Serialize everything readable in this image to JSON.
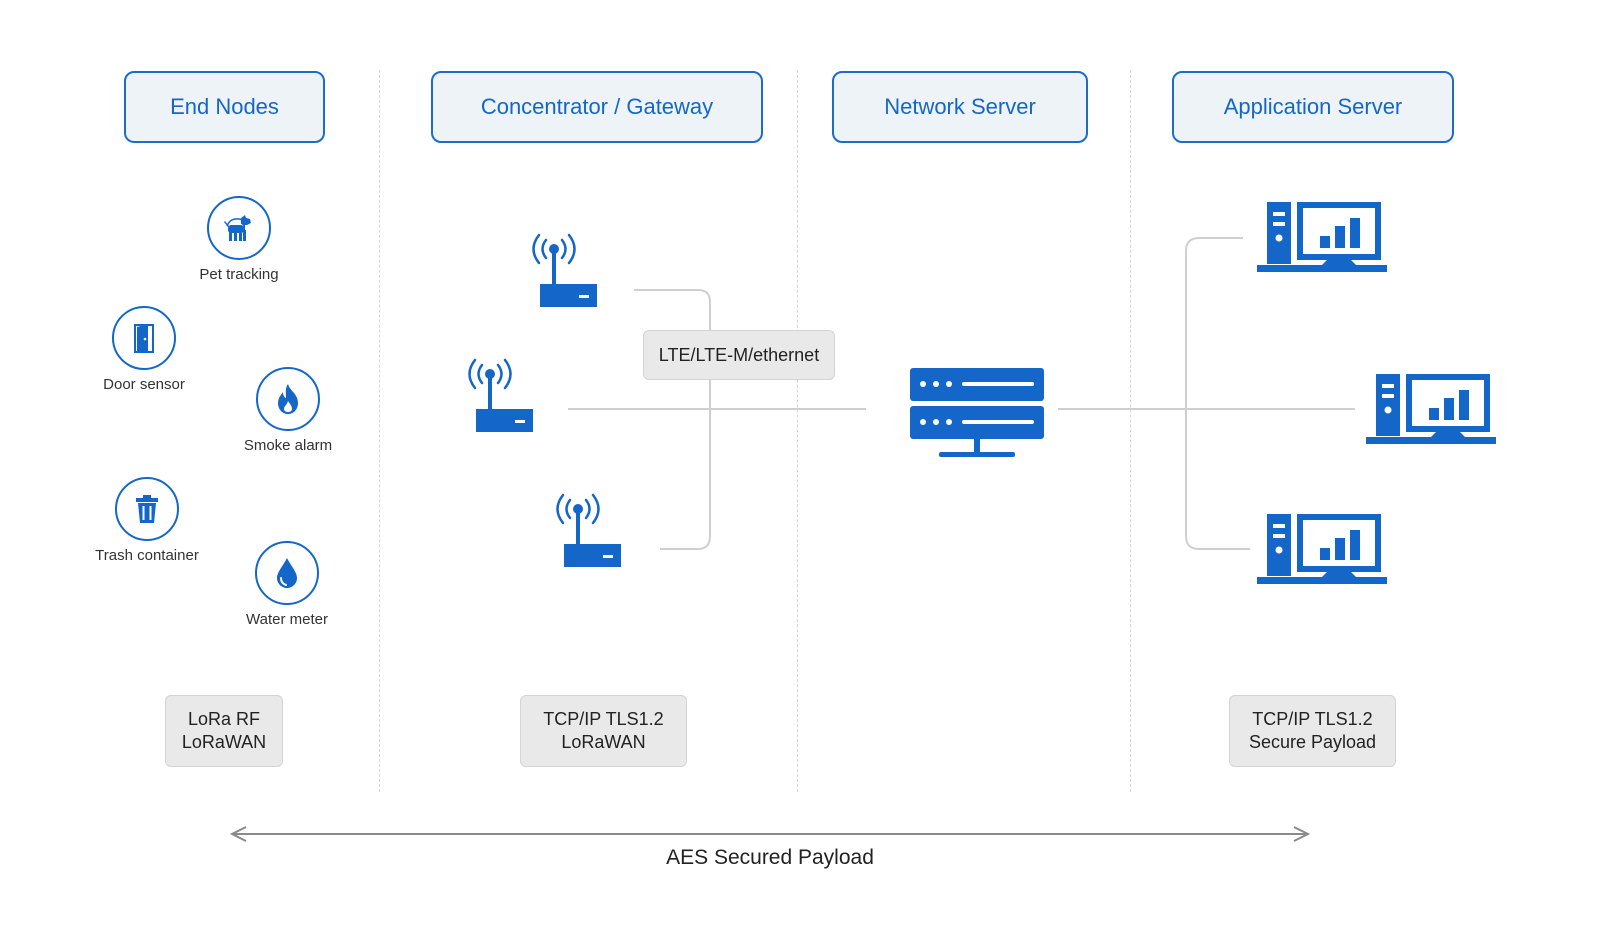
{
  "columns": [
    {
      "title": "End Nodes"
    },
    {
      "title": "Concentrator / Gateway"
    },
    {
      "title": "Network Server"
    },
    {
      "title": "Application Server"
    }
  ],
  "end_nodes": [
    {
      "label": "Pet tracking",
      "icon": "dog-icon"
    },
    {
      "label": "Door sensor",
      "icon": "door-icon"
    },
    {
      "label": "Smoke alarm",
      "icon": "fire-icon"
    },
    {
      "label": "Trash container",
      "icon": "trash-icon"
    },
    {
      "label": "Water meter",
      "icon": "water-drop-icon"
    }
  ],
  "backhaul_label": "LTE/LTE-M/ethernet",
  "protocols": [
    {
      "line1": "LoRa RF",
      "line2": "LoRaWAN"
    },
    {
      "line1": "TCP/IP TLS1.2",
      "line2": "LoRaWAN"
    },
    {
      "line1": "TCP/IP TLS1.2",
      "line2": "Secure Payload"
    }
  ],
  "footer": {
    "label": "AES Secured Payload"
  },
  "colors": {
    "accent": "#1467c8",
    "header_bg": "#eef3f8",
    "line": "#cfcfcf",
    "proto_bg": "#e9e9e9"
  }
}
